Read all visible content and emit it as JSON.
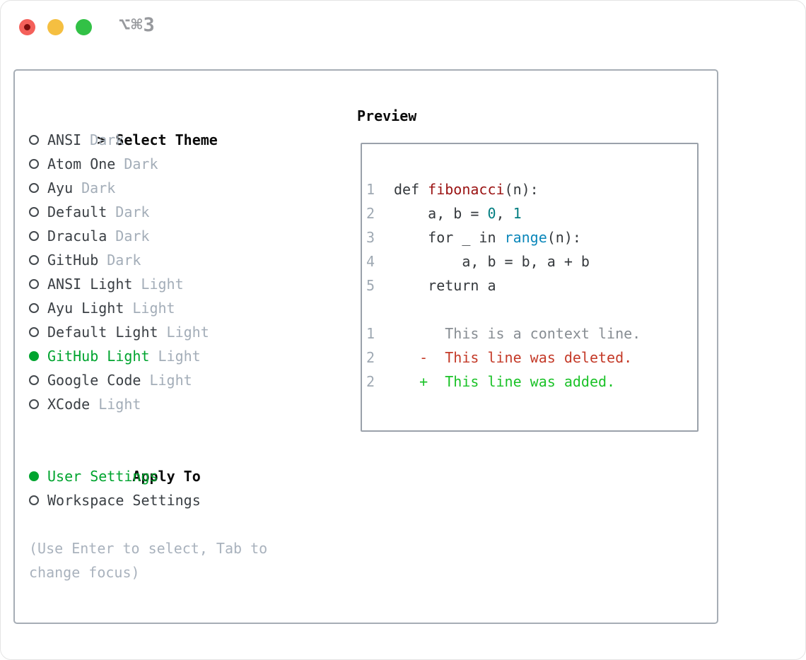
{
  "window": {
    "shortcut": "⌥⌘3"
  },
  "traffic_lights": {
    "red": "#f4605a",
    "red_dot": "#7c0d0d",
    "yellow": "#f5bf41",
    "green": "#32c146"
  },
  "theme_picker": {
    "prompt": ">",
    "title": "Select Theme",
    "items": [
      {
        "name": "ANSI",
        "tag": "Dark",
        "selected": false
      },
      {
        "name": "Atom One",
        "tag": "Dark",
        "selected": false
      },
      {
        "name": "Ayu",
        "tag": "Dark",
        "selected": false
      },
      {
        "name": "Default",
        "tag": "Dark",
        "selected": false
      },
      {
        "name": "Dracula",
        "tag": "Dark",
        "selected": false
      },
      {
        "name": "GitHub",
        "tag": "Dark",
        "selected": false
      },
      {
        "name": "ANSI Light",
        "tag": "Light",
        "selected": false
      },
      {
        "name": "Ayu Light",
        "tag": "Light",
        "selected": false
      },
      {
        "name": "Default Light",
        "tag": "Light",
        "selected": false
      },
      {
        "name": "GitHub Light",
        "tag": "Light",
        "selected": true
      },
      {
        "name": "Google Code",
        "tag": "Light",
        "selected": false
      },
      {
        "name": "XCode",
        "tag": "Light",
        "selected": false
      }
    ]
  },
  "apply_to": {
    "title": "Apply To",
    "options": [
      {
        "name": "User Settings",
        "selected": true
      },
      {
        "name": "Workspace Settings",
        "selected": false
      }
    ]
  },
  "help_text": "(Use Enter to select, Tab to change focus)",
  "preview": {
    "title": "Preview",
    "code_lines": [
      {
        "num": "1",
        "tokens": [
          {
            "text": "def ",
            "style": "code"
          },
          {
            "text": "fibonacci",
            "style": "function"
          },
          {
            "text": "(n):",
            "style": "code"
          }
        ]
      },
      {
        "num": "2",
        "tokens": [
          {
            "text": "    a, b = ",
            "style": "code"
          },
          {
            "text": "0",
            "style": "number"
          },
          {
            "text": ", ",
            "style": "code"
          },
          {
            "text": "1",
            "style": "number"
          }
        ]
      },
      {
        "num": "3",
        "tokens": [
          {
            "text": "    for _ in ",
            "style": "code"
          },
          {
            "text": "range",
            "style": "builtin"
          },
          {
            "text": "(n):",
            "style": "code"
          }
        ]
      },
      {
        "num": "4",
        "tokens": [
          {
            "text": "        a, b = b, a + b",
            "style": "code"
          }
        ]
      },
      {
        "num": "5",
        "tokens": [
          {
            "text": "    return a",
            "style": "code"
          }
        ]
      }
    ],
    "diff_lines": [
      {
        "num": "1",
        "marker": "",
        "text": "This is a context line.",
        "style": "context"
      },
      {
        "num": "2",
        "marker": "-",
        "text": "This line was deleted.",
        "style": "deleted"
      },
      {
        "num": "2",
        "marker": "+",
        "text": "This line was added.",
        "style": "added"
      }
    ]
  },
  "colors": {
    "text": "#3a3f44",
    "dim_tag": "#a3adb8",
    "selected_green": "#00a42f",
    "help_gray": "#a9b2bd",
    "panel_border": "#a6adb5",
    "preview_border": "#9aa1aa",
    "line_number": "#9fa9b3",
    "tok_code": "#35393d",
    "tok_function": "#9a1212",
    "tok_number": "#007d80",
    "tok_builtin": "#0b87ba",
    "diff_context": "#878d93",
    "diff_deleted": "#c43a28",
    "diff_added": "#1bc228"
  }
}
